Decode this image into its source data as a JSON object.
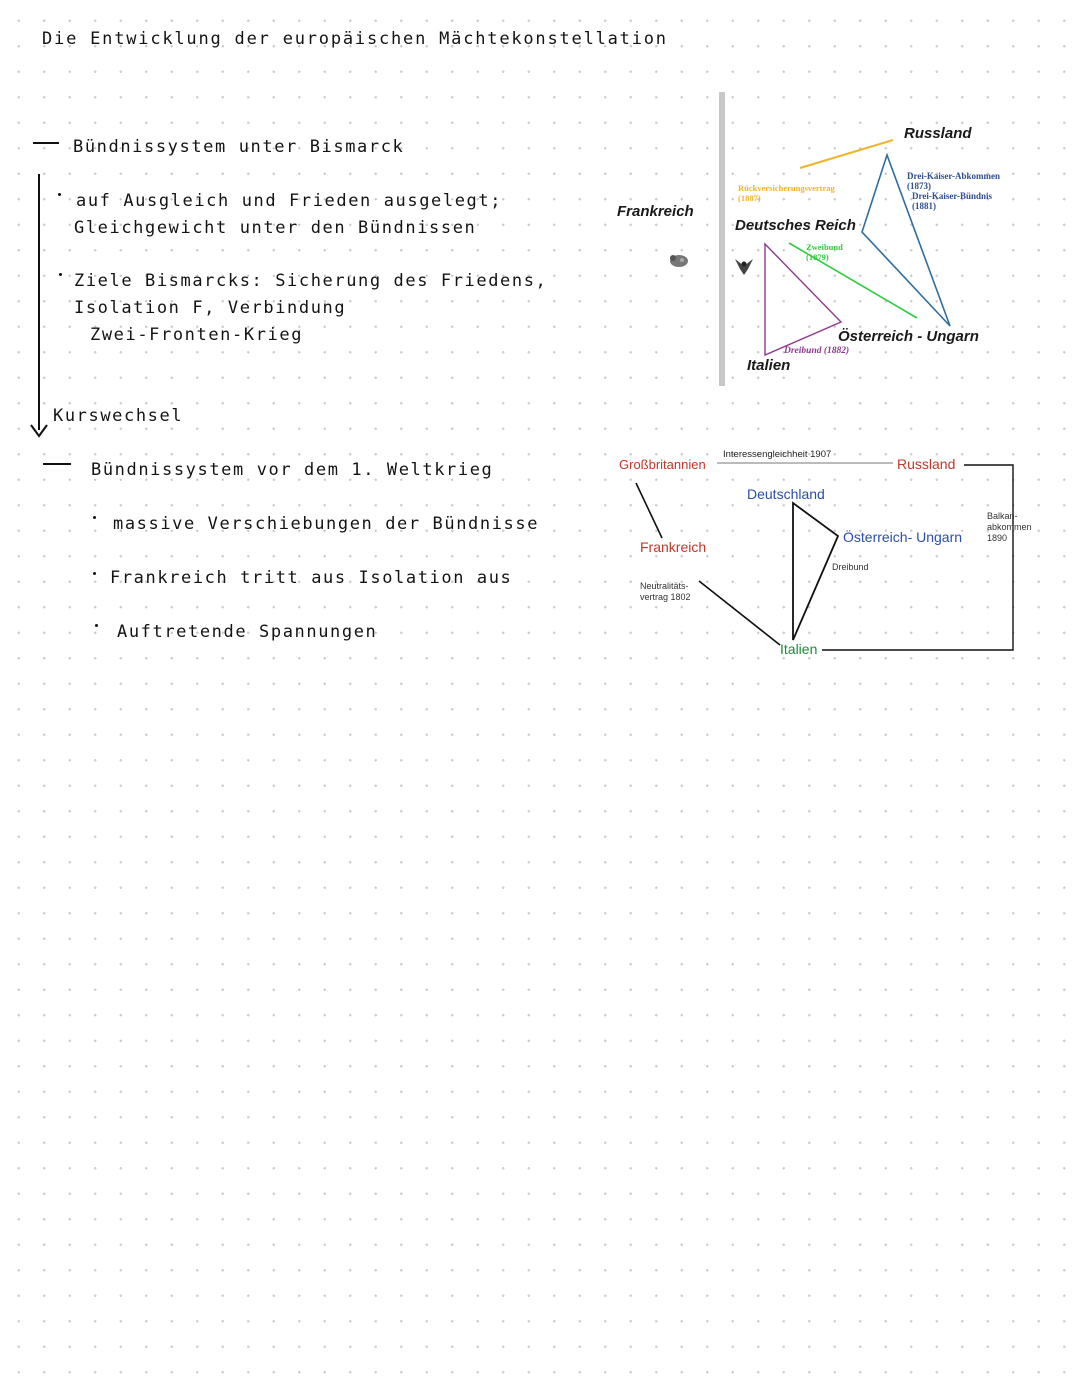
{
  "title": "Die Entwicklung der europäischen Mächtekonstellation",
  "notes": {
    "heading1": "Bündnissystem unter Bismarck",
    "point1_line1": "auf Ausgleich und Frieden ausgelegt;",
    "point1_line2": "Gleichgewicht unter den Bündnissen",
    "point2_line1": "Ziele Bismarcks: Sicherung des Friedens,",
    "point2_line2": "Isolation F, Verbindung",
    "point2_line3": "Zwei-Fronten-Krieg",
    "kurswechsel": "Kurswechsel",
    "heading2": "Bündnissystem vor dem 1. Weltkrieg",
    "point3": "massive Verschiebungen der Bündnisse",
    "point4": "Frankreich tritt aus Isolation aus",
    "point5": "Auftretende Spannungen"
  },
  "diagram1": {
    "nodes": {
      "frankreich": "Frankreich",
      "deutsches_reich": "Deutsches Reich",
      "russland": "Russland",
      "oesterreich": "Österreich - Ungarn",
      "italien": "Italien"
    },
    "relations": {
      "rueckversicherung": "Rückversicherungsvertrag",
      "rueckversicherung_year": "(1887)",
      "dreikaiser_abkommen": "Drei-Kaiser-Abkommen",
      "dreikaiser_abkommen_year": "(1873)",
      "dreikaiser_buendnis": "Drei-Kaiser-Bündnis",
      "dreikaiser_buendnis_year": "(1881)",
      "zweibund": "Zweibund",
      "zweibund_year": "(1879)",
      "dreibund": "Dreibund (1882)"
    },
    "colors": {
      "rueckversicherung": "#f0b429",
      "dreikaiser": "#2f6d9e",
      "zweibund": "#2ecc40",
      "dreibund": "#8e3b8e"
    }
  },
  "diagram2": {
    "nodes": {
      "grossbritannien": "Großbritannien",
      "russland": "Russland",
      "deutschland": "Deutschland",
      "frankreich": "Frankreich",
      "oesterreich": "Österreich- Ungarn",
      "italien": "Italien"
    },
    "relations": {
      "interessen": "Interessengleichheit 1907",
      "balkan_line1": "Balkan-",
      "balkan_line2": "abkommen",
      "balkan_year": "1890",
      "dreibund": "Dreibund",
      "neutralitaet_line1": "Neutralitäts-",
      "neutralitaet_line2": "vertrag 1802"
    },
    "colors": {
      "red": "#c0392b",
      "blue": "#2a4fa8",
      "green": "#1e8a3a",
      "line": "#111111"
    }
  }
}
